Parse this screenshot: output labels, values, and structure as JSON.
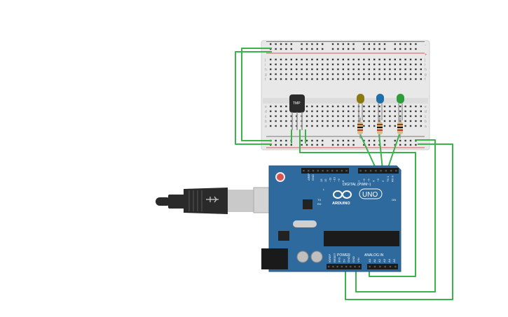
{
  "canvas": {
    "background": "#ffffff"
  },
  "breadboard": {
    "colors": {
      "body": "#e8e8e8",
      "rail_red": "#d9534f",
      "rail_black": "#555555",
      "hole": "#3a3a3a",
      "label": "#9a9a9a"
    },
    "row_letters_top": [
      "j",
      "i",
      "h",
      "g",
      "f"
    ],
    "row_letters_bottom": [
      "e",
      "d",
      "c",
      "b",
      "a"
    ],
    "rail_plus": "+",
    "rail_minus": "-"
  },
  "sensor": {
    "label": "TMP",
    "color": "#2b2b2b"
  },
  "leds": [
    {
      "name": "yellow-led",
      "color": "#8a7a10"
    },
    {
      "name": "blue-led",
      "color": "#1f6fa8"
    },
    {
      "name": "green-led",
      "color": "#2f9e3a"
    }
  ],
  "resistor_color": "#d8b98a",
  "wire_color": "#3cb24a",
  "usb_cable": {
    "body_color": "#2a2a2a",
    "plug_color": "#c9c9c9"
  },
  "arduino": {
    "board_color": "#2e6a9e",
    "logo_text": "ARDUINO",
    "model_text": "UNO",
    "digital_label": "DIGITAL (PWM~)",
    "power_label": "POWER",
    "analog_label": "ANALOG IN",
    "tx_label": "TX",
    "rx_label": "RX",
    "l_label": "L",
    "on_label": "ON",
    "aref_label": "AREF",
    "gnd_label": "GND",
    "digital_pins": [
      "13",
      "12",
      "~11",
      "~10",
      "~9",
      "8",
      "7",
      "~6",
      "~5",
      "4",
      "~3",
      "2",
      "TX 1",
      "RX 0"
    ],
    "power_pins": [
      "IOREF",
      "RESET",
      "3V3",
      "5V",
      "GND",
      "GND",
      "VIN"
    ],
    "analog_pins": [
      "A0",
      "A1",
      "A2",
      "A3",
      "A4",
      "A5"
    ]
  }
}
